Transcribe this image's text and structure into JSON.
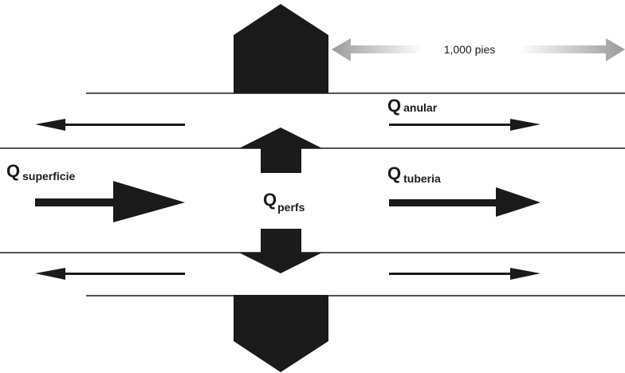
{
  "labels": {
    "distance": "1,000 pies",
    "annulus": {
      "q": "Q",
      "sub": "anular"
    },
    "surface": {
      "q": "Q",
      "sub": "superficie"
    },
    "tubing": {
      "q": "Q",
      "sub": "tuberia"
    },
    "perfs": {
      "q": "Q",
      "sub": "perfs"
    }
  },
  "colors": {
    "ink": "#1a1a1a",
    "dimension_arrow": "#a6a6a6"
  }
}
